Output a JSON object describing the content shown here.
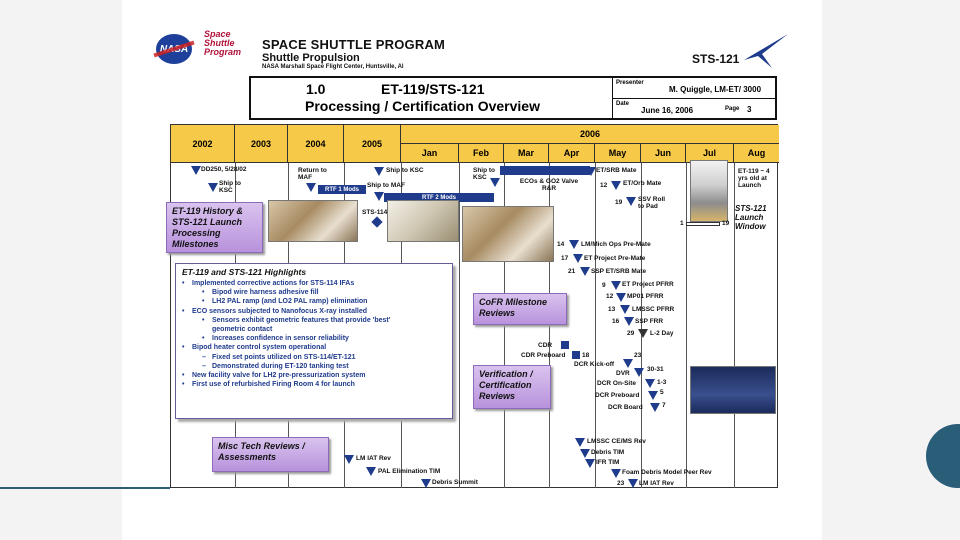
{
  "header": {
    "org_logo": "NASA",
    "program_logo": [
      "Space",
      "Shuttle",
      "Program"
    ],
    "title": "SPACE SHUTTLE PROGRAM",
    "subtitle": "Shuttle Propulsion",
    "location": "NASA Marshall Space Flight Center, Huntsville, Al",
    "mission": "STS-121"
  },
  "title_box": {
    "number": "1.0",
    "code": "ET-119/STS-121",
    "heading": "Processing / Certification Overview",
    "presenter_label": "Presenter",
    "presenter": "M. Quiggle, LM-ET/ 3000",
    "date_label": "Date",
    "date": "June 16, 2006",
    "page_label": "Page",
    "page": "3"
  },
  "timeline": {
    "years": [
      "2002",
      "2003",
      "2004",
      "2005"
    ],
    "current_year": "2006",
    "months": [
      "Jan",
      "Feb",
      "Mar",
      "Apr",
      "May",
      "Jun",
      "Jul",
      "Aug"
    ]
  },
  "milestones": {
    "dd250": "DD250, 5/28/02",
    "ship_ksc_2002": "Ship to KSC",
    "return_maf": "Return to MAF",
    "rtf1": "RTF 1 Mods",
    "ship_ksc_2005": "Ship to KSC",
    "ship_maf": "Ship to MAF",
    "rtf2": "RTF 2 Mods",
    "sts114": "STS-114",
    "ship_ksc_2006": "Ship to KSC",
    "ecos": "ECOs & GO2 Valve R&R",
    "et_srb_mate": "ET/SRB Mate",
    "n12": "12",
    "et_orb_mate": "ET/Orb Mate",
    "n19": "19",
    "ssv_roll": "SSV Roll to Pad",
    "n1": "1",
    "n19b": "19",
    "et119_age": "ET-119 ~ 4 yrs old at Launch",
    "launch_window": "STS-121 Launch Window",
    "lm_mich": "LM/Mich Ops Pre-Mate",
    "n14": "14",
    "et_proj_pre": "ET Project Pre-Mate",
    "n17": "17",
    "ssp_et_srb": "SSP ET/SRB Mate",
    "n21": "21",
    "et_proj_pfrr": "ET Project PFRR",
    "n9": "9",
    "mp01": "MP01 PFRR",
    "n12b": "12",
    "lmssc_pfrr": "LMSSC PFRR",
    "n13": "13",
    "ssp_frr": "SSP FRR",
    "n16": "16",
    "l2day": "L-2 Day",
    "n29": "29",
    "cdr": "CDR",
    "cdr_pre": "CDR Preboard",
    "n18": "18",
    "n23": "23",
    "dcr_kick": "DCR Kick-off",
    "dvr": "DVR",
    "n30_31": "30-31",
    "dcr_onsite": "DCR On-Site",
    "n1_3": "1-3",
    "dcr_pre": "DCR Preboard",
    "n5": "5",
    "dcr_board": "DCR Board",
    "n7": "7",
    "lmssc_ce": "LMSSC CE/MS Rev",
    "debris_tim": "Debris TIM",
    "ifr_tim": "IFR TIM",
    "foam_debris": "Foam Debris Model Peer Rev",
    "lm_iat_23": "LM IAT Rev",
    "n23b": "23",
    "lm_iat": "LM IAT Rev",
    "pal_tim": "PAL Elimination TIM",
    "debris_summit": "Debris Summit"
  },
  "callouts": {
    "history": "ET-119 History & STS-121 Launch Processing Milestones",
    "cofr": "CoFR Milestone Reviews",
    "verification": "Verification / Certification Reviews",
    "misc": "Misc Tech Reviews / Assessments"
  },
  "highlights": {
    "title": "ET-119 and STS-121 Highlights",
    "items": [
      {
        "level": 1,
        "bullet": "•",
        "text": "Implemented corrective actions for STS-114 IFAs"
      },
      {
        "level": 2,
        "bullet": "•",
        "text": "Bipod wire harness adhesive fill"
      },
      {
        "level": 2,
        "bullet": "•",
        "text": "LH2 PAL ramp (and LO2 PAL ramp) elimination"
      },
      {
        "level": 1,
        "bullet": "•",
        "text": "ECO sensors subjected to Nanofocus X-ray installed"
      },
      {
        "level": 2,
        "bullet": "•",
        "text": "Sensors exhibit geometric features that provide 'best'"
      },
      {
        "level": 2,
        "bullet": "",
        "text": "geometric contact"
      },
      {
        "level": 2,
        "bullet": "•",
        "text": "Increases confidence in sensor reliability"
      },
      {
        "level": 1,
        "bullet": "•",
        "text": "Bipod heater control system operational"
      },
      {
        "level": 2,
        "bullet": "–",
        "text": "Fixed set points utilized on STS-114/ET-121"
      },
      {
        "level": 2,
        "bullet": "–",
        "text": "Demonstrated during ET-120 tanking test"
      },
      {
        "level": 1,
        "bullet": "•",
        "text": "New facility valve for LH2 pre-pressurization system"
      },
      {
        "level": 1,
        "bullet": "•",
        "text": "First use of refurbished Firing Room 4 for launch"
      }
    ]
  },
  "colors": {
    "header_fill": "#f7c948",
    "milestone": "#1f3b8c",
    "callout": "#c9a9e6",
    "accent": "#2a5d78"
  }
}
